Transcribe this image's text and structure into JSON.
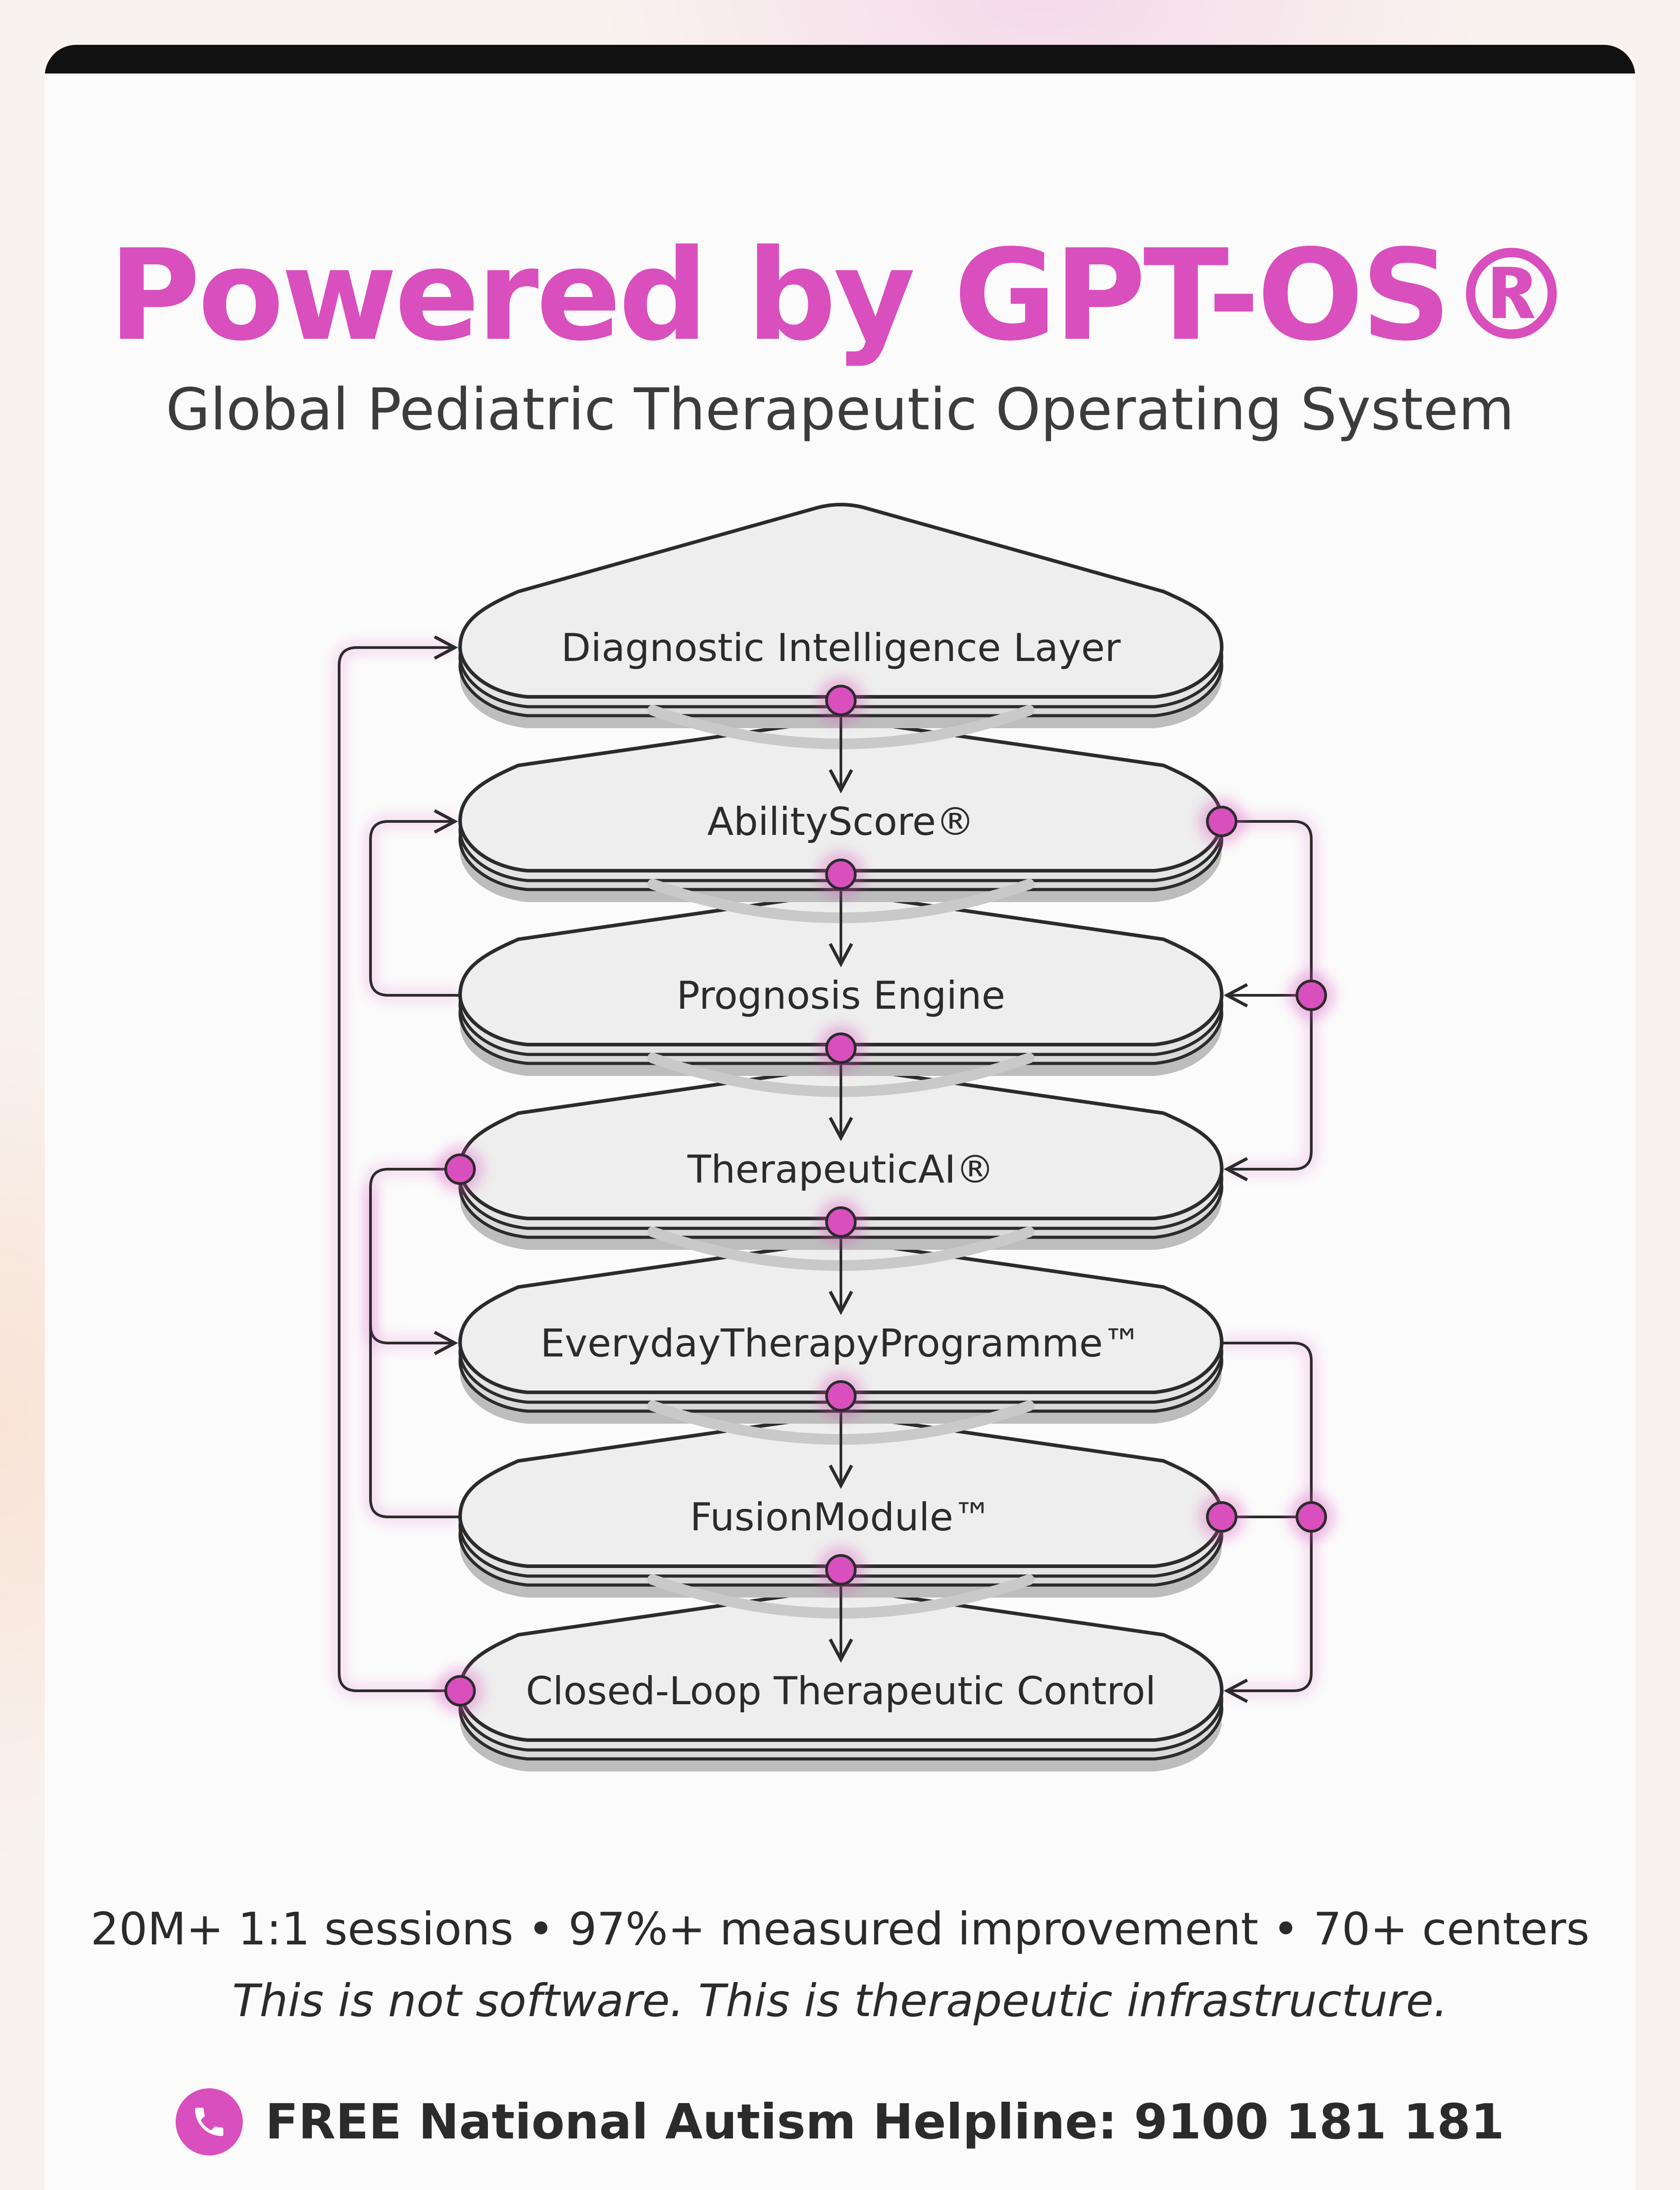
{
  "header": {
    "title": "Powered by GPT-OS®",
    "subtitle": "Global Pediatric Therapeutic Operating System"
  },
  "diagram": {
    "layers": [
      {
        "id": "diagnostic",
        "label": "Diagnostic Intelligence Layer"
      },
      {
        "id": "abilityscore",
        "label": "AbilityScore®"
      },
      {
        "id": "prognosis",
        "label": "Prognosis Engine"
      },
      {
        "id": "therapeuticai",
        "label": "TherapeuticAI®"
      },
      {
        "id": "everyday",
        "label": "EverydayTherapyProgramme™"
      },
      {
        "id": "fusion",
        "label": "FusionModule™"
      },
      {
        "id": "closedloop",
        "label": "Closed-Loop Therapeutic Control"
      }
    ],
    "feedback_loops": [
      {
        "from": "Closed-Loop Therapeutic Control",
        "to": "Diagnostic Intelligence Layer",
        "side": "left"
      },
      {
        "from": "Prognosis Engine",
        "to": "AbilityScore®",
        "side": "left"
      },
      {
        "from": "TherapeuticAI®",
        "to": "EverydayTherapyProgramme™",
        "side": "left"
      },
      {
        "from": "FusionModule™",
        "to": "TherapeuticAI®",
        "side": "left"
      },
      {
        "from": "AbilityScore®",
        "to": "Prognosis Engine",
        "side": "right"
      },
      {
        "from": "AbilityScore®",
        "to": "TherapeuticAI®",
        "side": "right"
      },
      {
        "from": "EverydayTherapyProgramme™",
        "to": "Closed-Loop Therapeutic Control",
        "side": "right"
      },
      {
        "from": "FusionModule™",
        "to": "Closed-Loop Therapeutic Control",
        "side": "right"
      }
    ],
    "accent_color": "#d94fbd"
  },
  "footer": {
    "stats": "20M+ 1:1 sessions • 97%+ measured improvement • 70+ centers",
    "tagline": "This is not software. This is therapeutic infrastructure.",
    "helpline": "FREE National Autism Helpline: 9100 181 181",
    "helpline_icon": "phone-icon"
  }
}
